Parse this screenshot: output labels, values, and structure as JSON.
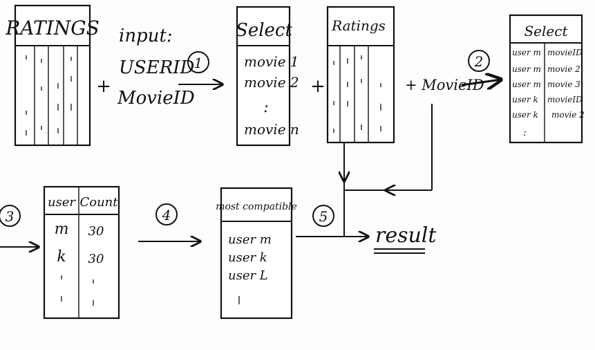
{
  "ratings_left": {
    "title": "RATINGS"
  },
  "input": {
    "label": "input:",
    "fields": [
      "USERID",
      "MovieID"
    ]
  },
  "plus": "+",
  "step1": "1",
  "select_movies": {
    "title": "Select",
    "items": [
      "movie 1",
      "movie 2",
      ":",
      "movie n"
    ]
  },
  "ratings_mid": {
    "title": "Ratings"
  },
  "plus_movieid": "+ MovieID",
  "step2": "2",
  "select_users": {
    "title": "Select",
    "users": [
      "user m",
      "user m",
      "user m",
      "user k",
      "user k",
      ":"
    ],
    "movies": [
      "movieID",
      "movie 2",
      "movie 3",
      "movieID",
      "movie 2"
    ]
  },
  "step3": "3",
  "count_table": {
    "col_user": "user",
    "col_count": "Count",
    "users": [
      "m",
      "k"
    ],
    "counts": [
      "30",
      "30"
    ]
  },
  "step4": "4",
  "most_compatible": {
    "title": "most compatible",
    "items": [
      "user m",
      "user k",
      "user L"
    ]
  },
  "step5": "5",
  "result": "result"
}
